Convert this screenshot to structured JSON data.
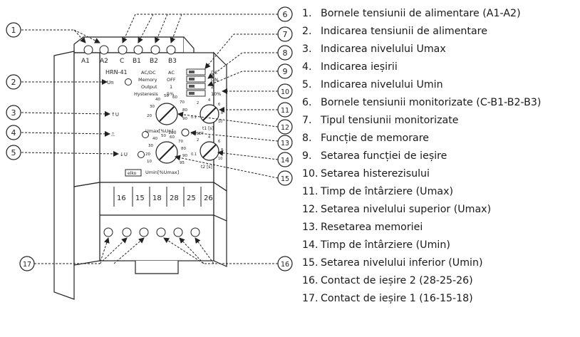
{
  "device": {
    "model": "HRN-41",
    "indicator_label": "Un",
    "umax_led": "↑U",
    "umin_led": "↓U",
    "output_led": "⎍",
    "brand": "elko",
    "switch_labels": {
      "l1a": "AC/DC",
      "r1a": "AC",
      "r1b": "DC",
      "l2a": "Memory",
      "r2a": "OFF",
      "r2b": "ON",
      "l3a": "Output",
      "r3a": "1",
      "r3b": "2",
      "l4a": "Hysteresis",
      "r4a": "5%",
      "r4b": "10%"
    },
    "umax_label": "Umax[%Un]",
    "umin_label": "Umin[%Umax]",
    "reset_label": "RESET",
    "t1_label": "t1 [s]",
    "t2_label": "t2 [s]",
    "dial_umax_ticks": [
      "30",
      "40",
      "50",
      "60",
      "70",
      "80",
      "90",
      "100",
      "20"
    ],
    "dial_umin_ticks": [
      "30",
      "40",
      "50",
      "60",
      "70",
      "80",
      "90",
      "95",
      "10",
      "20"
    ],
    "dial_time_ticks": [
      "0.1",
      "2",
      "4",
      "6",
      "8",
      "10"
    ]
  },
  "terminals_top_labels": [
    "A1",
    "A2",
    "C",
    "B1",
    "B2",
    "B3"
  ],
  "terminals_bottom_labels": [
    "16",
    "15",
    "18",
    "28",
    "25",
    "26"
  ],
  "callout_numbers": [
    "1",
    "2",
    "3",
    "4",
    "5",
    "6",
    "7",
    "8",
    "9",
    "10",
    "11",
    "12",
    "13",
    "14",
    "15",
    "16",
    "17"
  ],
  "legend": [
    {
      "num": "1.",
      "text": "Bornele tensiunii de alimentare (A1-A2)"
    },
    {
      "num": "2.",
      "text": "Indicarea tensiunii de alimentare"
    },
    {
      "num": "3.",
      "text": "Indicarea nivelului Umax"
    },
    {
      "num": "4.",
      "text": "Indicarea ieșirii"
    },
    {
      "num": "5.",
      "text": "Indicarea nivelului Umin"
    },
    {
      "num": "6.",
      "text": "Bornele tensiunii monitorizate (C-B1-B2-B3)"
    },
    {
      "num": "7.",
      "text": "Tipul tensiunii monitorizate"
    },
    {
      "num": "8.",
      "text": "Funcție de memorare"
    },
    {
      "num": "9.",
      "text": "Setarea funcției de ieșire"
    },
    {
      "num": "10.",
      "text": "Setarea histerezisului"
    },
    {
      "num": "11.",
      "text": "Timp de întârziere (Umax)"
    },
    {
      "num": "12.",
      "text": "Setarea nivelului superior (Umax)"
    },
    {
      "num": "13.",
      "text": "Resetarea memoriei"
    },
    {
      "num": "14.",
      "text": "Timp de întârziere (Umin)"
    },
    {
      "num": "15.",
      "text": "Setarea nivelului inferior (Umin)"
    },
    {
      "num": "16.",
      "text": "Contact de ieșire 2 (28-25-26)"
    },
    {
      "num": "17.",
      "text": "Contact de ieșire 1 (16-15-18)"
    }
  ]
}
